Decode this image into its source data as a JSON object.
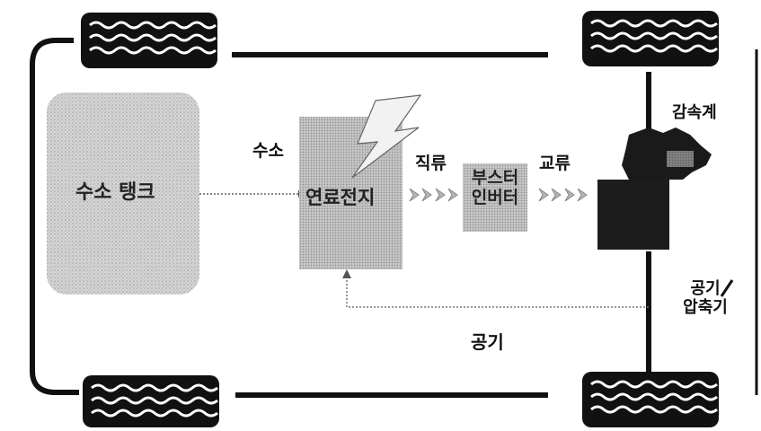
{
  "labels": {
    "hydrogen_tank": "수소 탱크",
    "hydrogen": "수소",
    "fuel_cell": "연료전지",
    "direct_current": "직류",
    "booster_inverter_line1": "부스터",
    "booster_inverter_line2": "인버터",
    "alternating_current": "교류",
    "reducer": "감속계",
    "air_compressor_line1": "공기",
    "air_compressor_line2": "압축기",
    "air": "공기"
  },
  "colors": {
    "line": "#111111",
    "wheel_fill": "#111111",
    "block_gray": "#c9c9c9",
    "tank_gray": "#d2d2d2",
    "motor_dark": "#1c1c1c",
    "arrow_gray": "#b5b5b5"
  },
  "icons": [
    "wheel-tread-icon",
    "lightning-icon",
    "gear-motor-icon",
    "dc-arrow-icon",
    "ac-arrow-icon"
  ]
}
